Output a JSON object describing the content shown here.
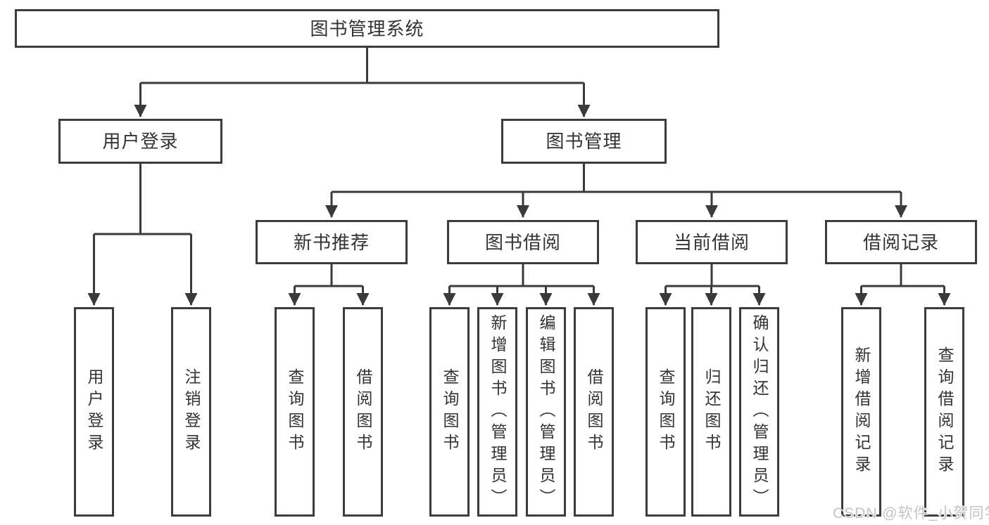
{
  "tree": {
    "root": {
      "label": "图书管理系统"
    },
    "branches": [
      {
        "label": "用户登录",
        "children": [
          {
            "label": "用户登录"
          },
          {
            "label": "注销登录"
          }
        ]
      },
      {
        "label": "图书管理",
        "children": [
          {
            "label": "新书推荐",
            "children": [
              {
                "label": "查询图书"
              },
              {
                "label": "借阅图书"
              }
            ]
          },
          {
            "label": "图书借阅",
            "children": [
              {
                "label": "查询图书"
              },
              {
                "label": "新增图书（管理员）"
              },
              {
                "label": "编辑图书（管理员）"
              },
              {
                "label": "借阅图书"
              }
            ]
          },
          {
            "label": "当前借阅",
            "children": [
              {
                "label": "查询图书"
              },
              {
                "label": "归还图书"
              },
              {
                "label": "确认归还（管理员）"
              }
            ]
          },
          {
            "label": "借阅记录",
            "children": [
              {
                "label": "新增借阅记录"
              },
              {
                "label": "查询借阅记录"
              }
            ]
          }
        ]
      }
    ]
  },
  "watermark": {
    "text": "CSDN @软件_小贺同学"
  },
  "colors": {
    "line": "#3a3a3a",
    "box_border": "#3c3c3c",
    "text": "#333333",
    "watermark": "#c4c4c4"
  }
}
